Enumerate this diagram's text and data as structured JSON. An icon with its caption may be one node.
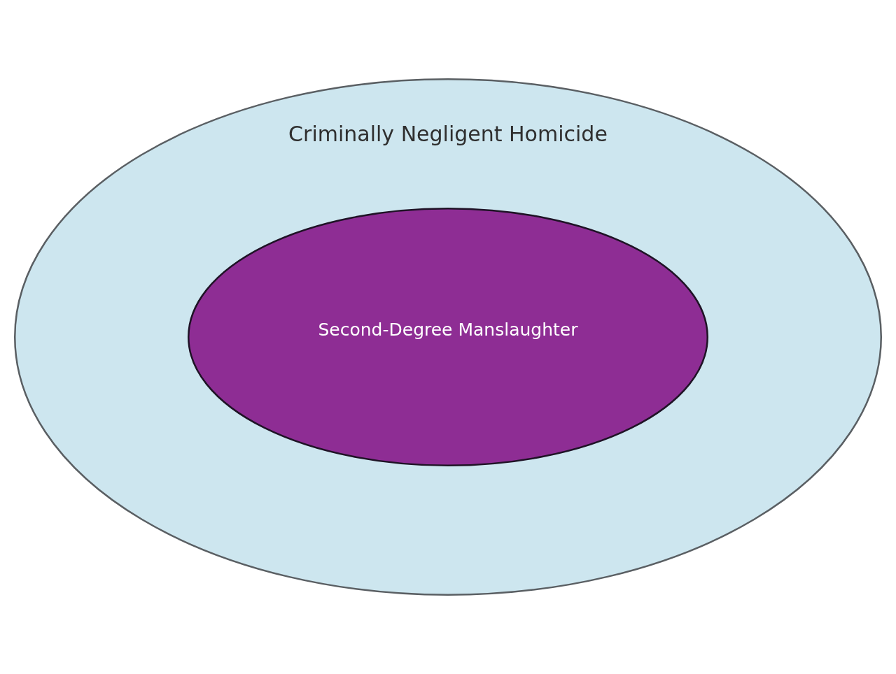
{
  "diagram": {
    "nodes": [
      {
        "text": [
          "Criminally Negligent Homicide"
        ]
      },
      {
        "text": [
          "Second-Degree Manslaughter"
        ],
        "in": 0
      }
    ]
  }
}
